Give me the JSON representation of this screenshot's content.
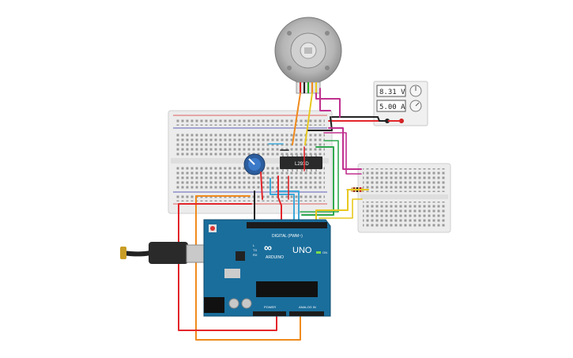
{
  "app": {
    "title": "Tinkercad Circuits"
  },
  "power_supply": {
    "voltage": "8.31 V",
    "current": "5.00 A"
  },
  "driver_chip": {
    "label": "L293D"
  },
  "arduino": {
    "logo": "∞",
    "brand_text": "ARDUINO",
    "model": "UNO",
    "header_digital": "DIGITAL (PWM~)",
    "header_power": "POWER",
    "header_analog": "ANALOG IN",
    "tx_label": "TX",
    "rx_label": "RX",
    "l_label": "L",
    "on_label": "ON"
  },
  "colors": {
    "wire_red": "#e3262b",
    "wire_black": "#222222",
    "wire_orange": "#f08a1c",
    "wire_yellow": "#e8c81f",
    "wire_green": "#2fa84f",
    "wire_lightblue": "#3ea9d9",
    "wire_magenta": "#c0308f",
    "arduino_blue": "#1a6e9c",
    "breadboard": "#eeeeee"
  },
  "components": [
    {
      "name": "dc-motor-encoder",
      "icon": "motor-icon"
    },
    {
      "name": "potentiometer",
      "icon": "knob-icon"
    },
    {
      "name": "resistor",
      "icon": "resistor-icon"
    },
    {
      "name": "usb-cable",
      "icon": "usb-plug-icon"
    }
  ]
}
